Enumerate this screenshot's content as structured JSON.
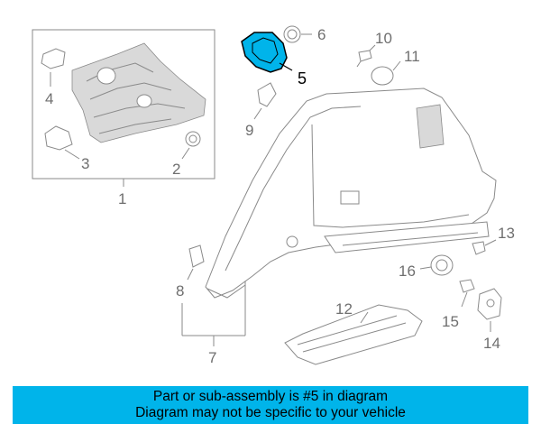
{
  "diagram": {
    "callouts": [
      {
        "id": "1",
        "label": "1"
      },
      {
        "id": "2",
        "label": "2"
      },
      {
        "id": "3",
        "label": "3"
      },
      {
        "id": "4",
        "label": "4"
      },
      {
        "id": "5",
        "label": "5",
        "highlighted": true
      },
      {
        "id": "6",
        "label": "6"
      },
      {
        "id": "7",
        "label": "7"
      },
      {
        "id": "8",
        "label": "8"
      },
      {
        "id": "9",
        "label": "9"
      },
      {
        "id": "10",
        "label": "10"
      },
      {
        "id": "11",
        "label": "11"
      },
      {
        "id": "12",
        "label": "12"
      },
      {
        "id": "13",
        "label": "13"
      },
      {
        "id": "14",
        "label": "14"
      },
      {
        "id": "15",
        "label": "15"
      },
      {
        "id": "16",
        "label": "16"
      }
    ],
    "highlight_color": "#00b4ea",
    "line_color": "#8a8a8a"
  },
  "banner": {
    "line1": "Part or sub-assembly is #5 in diagram",
    "line2": "Diagram may not be specific to your vehicle",
    "background": "#00b4ea"
  }
}
